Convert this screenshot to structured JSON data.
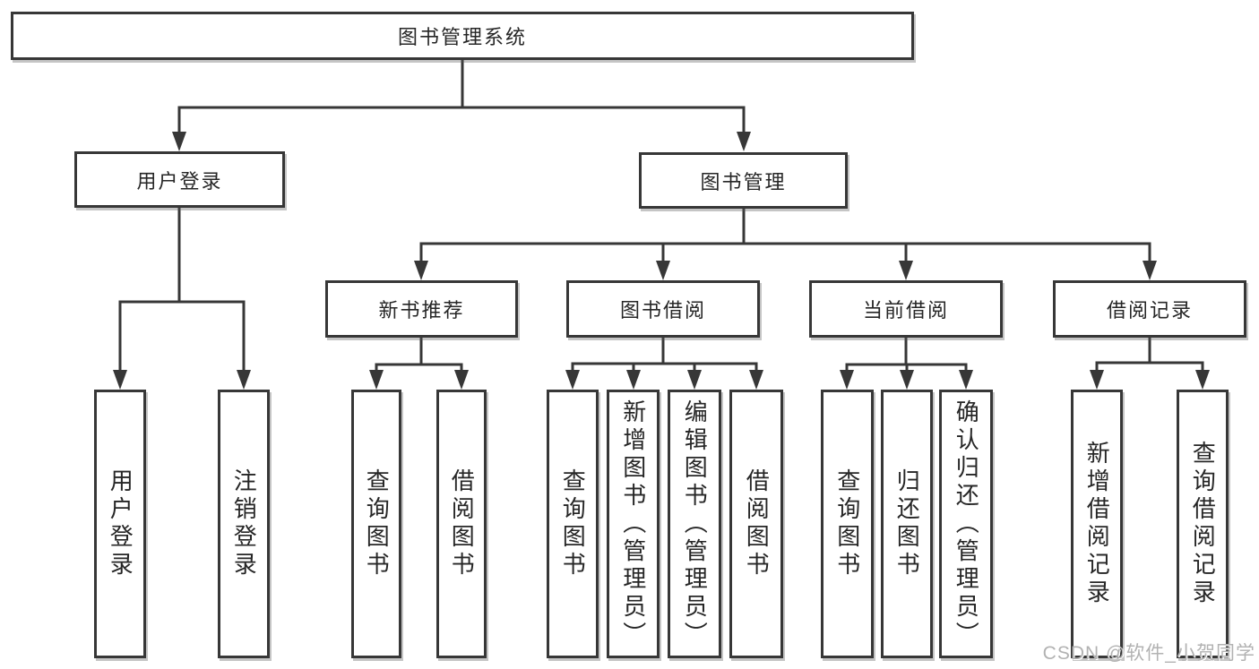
{
  "tree": {
    "label": "图书管理系统",
    "children": [
      {
        "label": "用户登录",
        "children": [
          {
            "label": "用户登录"
          },
          {
            "label": "注销登录"
          }
        ]
      },
      {
        "label": "图书管理",
        "children": [
          {
            "label": "新书推荐",
            "children": [
              {
                "label": "查询图书"
              },
              {
                "label": "借阅图书"
              }
            ]
          },
          {
            "label": "图书借阅",
            "children": [
              {
                "label": "查询图书"
              },
              {
                "label": "新增图书（管理员）"
              },
              {
                "label": "编辑图书（管理员）"
              },
              {
                "label": "借阅图书"
              }
            ]
          },
          {
            "label": "当前借阅",
            "children": [
              {
                "label": "查询图书"
              },
              {
                "label": "归还图书"
              },
              {
                "label": "确认归还（管理员）"
              }
            ]
          },
          {
            "label": "借阅记录",
            "children": [
              {
                "label": "新增借阅记录"
              },
              {
                "label": "查询借阅记录"
              }
            ]
          }
        ]
      }
    ]
  },
  "watermark": {
    "text": "CSDN @软件_小贺同学"
  },
  "colors": {
    "line": "#373737",
    "text": "#262626",
    "watermark": "#b2b2b2",
    "background": "#ffffff"
  }
}
